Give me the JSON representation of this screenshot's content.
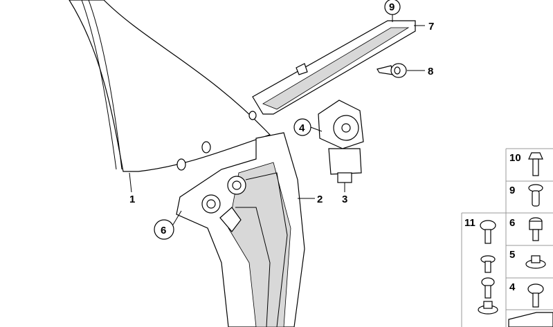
{
  "diagram": {
    "callouts": [
      {
        "id": "1",
        "label": "1",
        "circled": false
      },
      {
        "id": "2",
        "label": "2",
        "circled": false
      },
      {
        "id": "3",
        "label": "3",
        "circled": false
      },
      {
        "id": "4",
        "label": "4",
        "circled": true
      },
      {
        "id": "6",
        "label": "6",
        "circled": true
      },
      {
        "id": "7",
        "label": "7",
        "circled": false
      },
      {
        "id": "8",
        "label": "8",
        "circled": false
      },
      {
        "id": "9",
        "label": "9",
        "circled": true
      }
    ],
    "hardware_table": {
      "right_column": [
        "10",
        "9",
        "6",
        "5",
        "4"
      ],
      "left_column": [
        "11"
      ]
    }
  }
}
